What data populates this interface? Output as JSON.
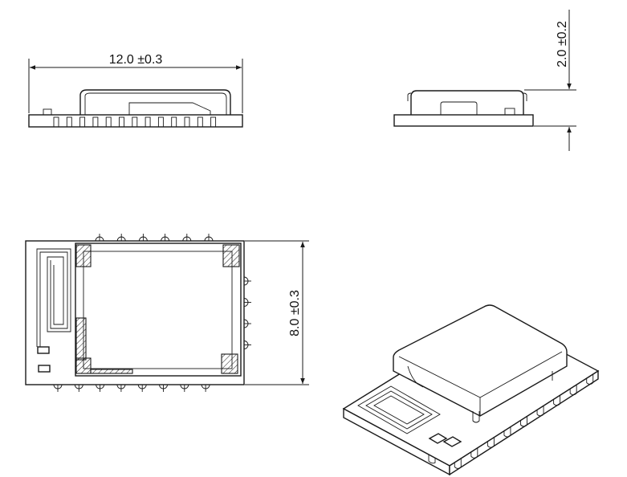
{
  "dimensions": {
    "length_label": "12.0 ±0.3",
    "height_label": "2.0 ±0.2",
    "width_label": "8.0 ±0.3"
  }
}
